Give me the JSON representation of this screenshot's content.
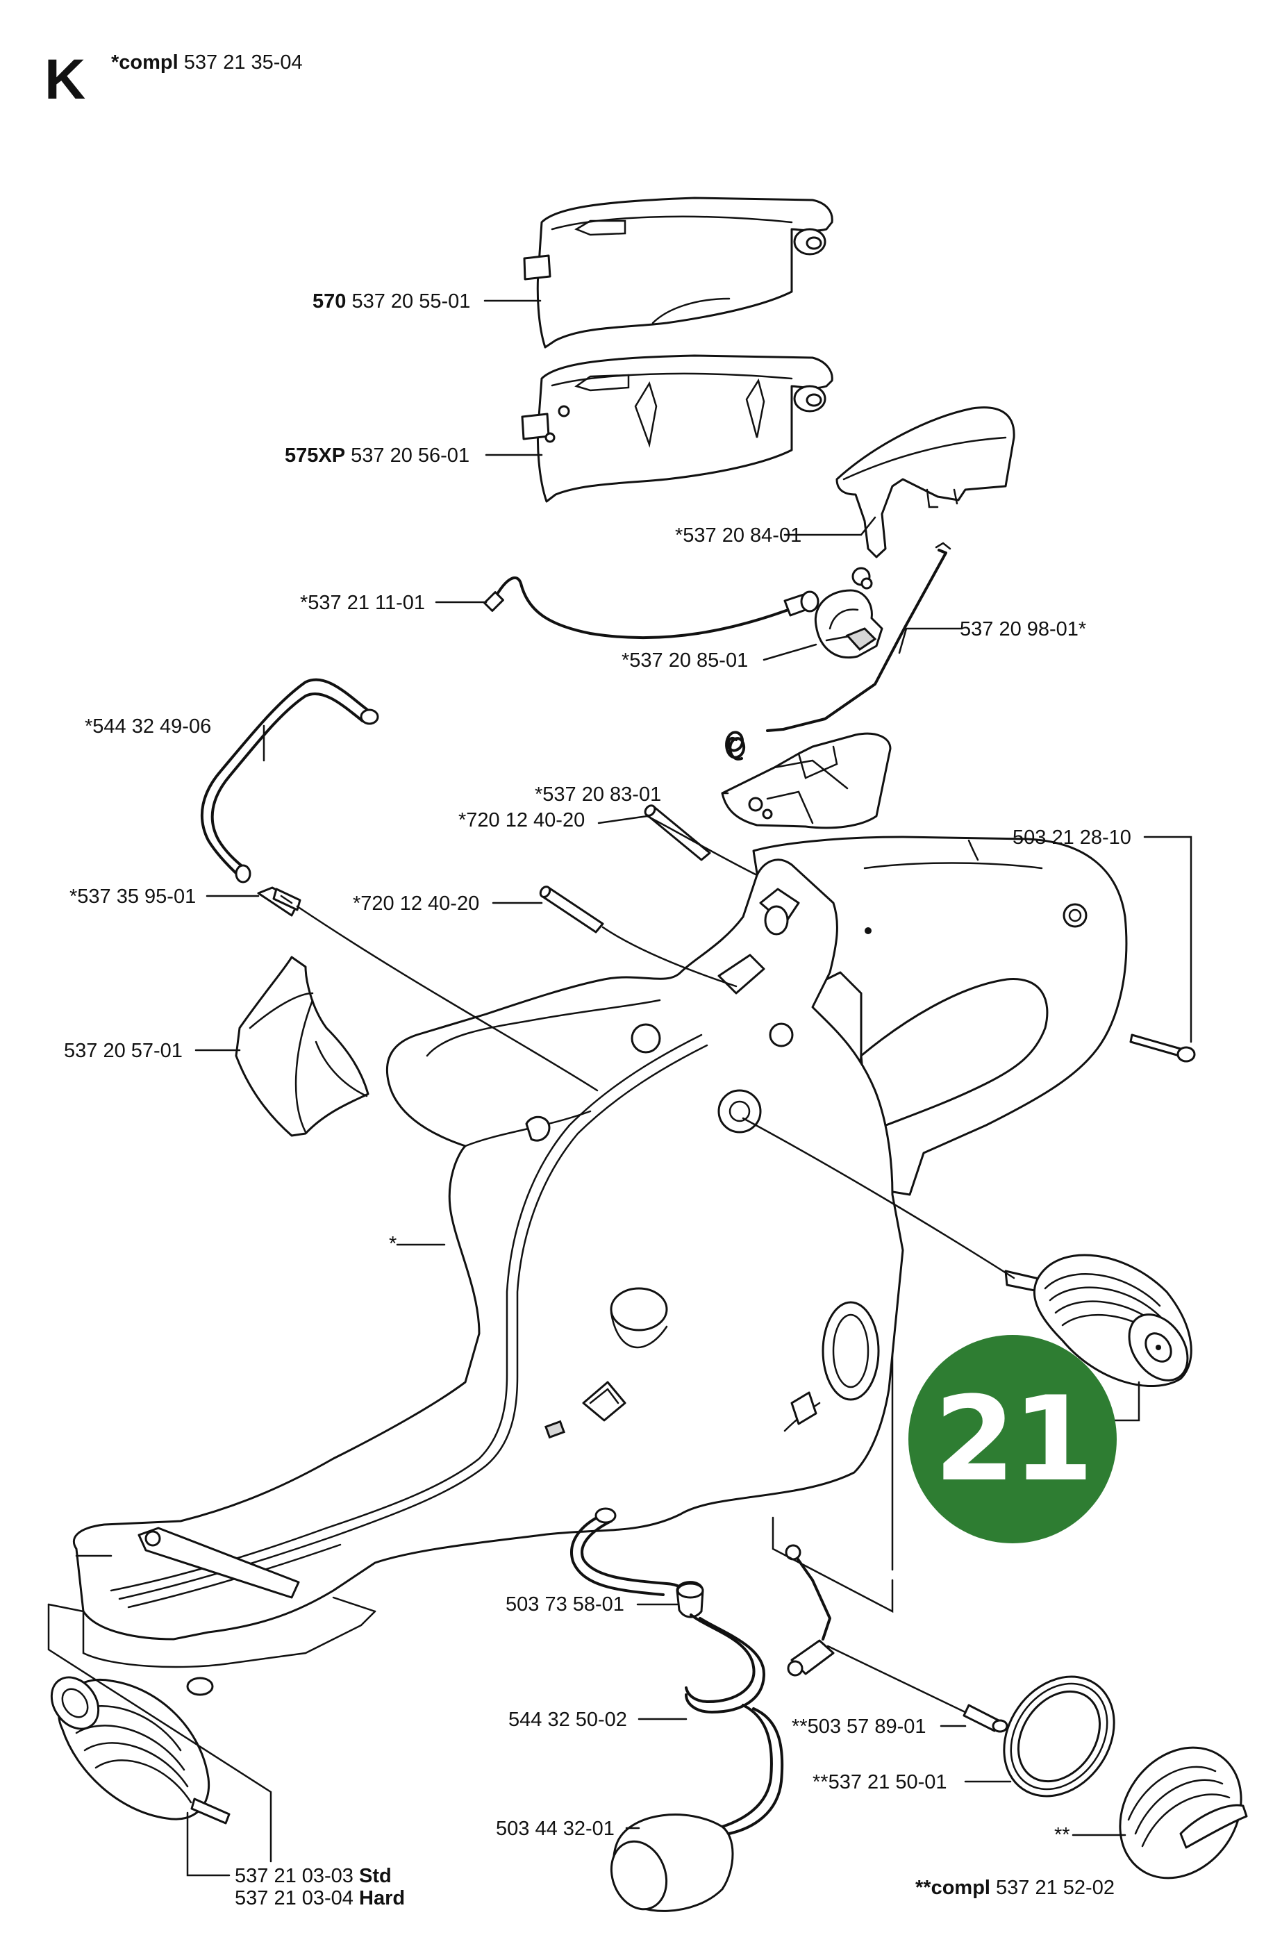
{
  "header": {
    "letter": "K",
    "compl_prefix": "*compl",
    "compl_number": "537 21 35-04"
  },
  "badge": {
    "number": "21",
    "color": "#2e7d32"
  },
  "labels": {
    "l570_model": "570",
    "l570_part": "537 20 55-01",
    "l575_model": "575XP",
    "l575_part": "537 20 56-01",
    "trigger": "*537 20 84-01",
    "wire": "*537 21 11-01",
    "throttle_spring": "537 20 98-01*",
    "stop_switch": "*537 20 85-01",
    "fuel_hose": "*544 32 49-06",
    "lockout": "*537 20 83-01",
    "pin_upper": "*720 12 40-20",
    "screw": "503 21 28-10",
    "nipple": "*537 35 95-01",
    "pin_lower": "*720 12 40-20",
    "cover": "537 20 57-01",
    "tank": "*",
    "pickup_hose_1": "503 73 58-01",
    "pickup_hose_2": "544 32 50-02",
    "fuel_filter": "503 44 32-01",
    "av_std_part": "537 21 03-03",
    "av_std_tag": "Std",
    "av_hard_part": "537 21 03-04",
    "av_hard_tag": "Hard",
    "vent_valve": "**503 57 89-01",
    "seal": "**537 21 50-01",
    "cap_mark": "**",
    "cap_compl_prefix": "**compl",
    "cap_compl_number": "537 21 52-02"
  }
}
